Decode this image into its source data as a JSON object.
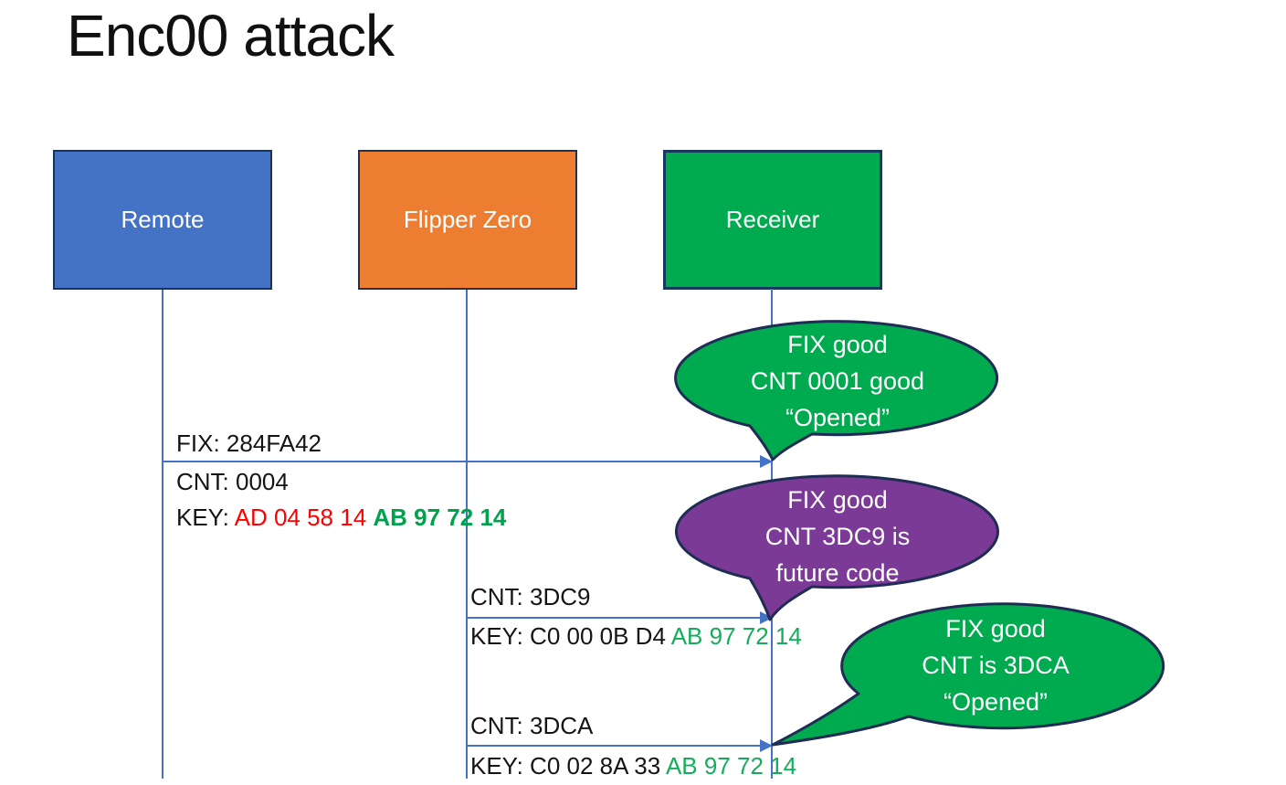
{
  "title": "Enc00 attack",
  "colors": {
    "actor_remote": "#4472C4",
    "actor_flipper": "#ED7D31",
    "actor_receiver": "#00AB4F",
    "callout_green": "#00AB4F",
    "callout_purple": "#7C3A97",
    "outline_navy": "#1F2D54",
    "line_blue": "#4472C4",
    "key_changing_red": "#FF0000",
    "key_fixed_green_bold": "#00A24E",
    "key_fixed_green": "#17AC5B"
  },
  "actors": [
    {
      "label": "Remote"
    },
    {
      "label": "Flipper Zero"
    },
    {
      "label": "Receiver"
    }
  ],
  "messages": [
    {
      "fix": "FIX: 284FA42",
      "cnt": "CNT: 0004",
      "key_prefix": "KEY: ",
      "key_changing": "AD 04 58 14 ",
      "key_fixed": "AB 97 72 14"
    },
    {
      "cnt": "CNT: 3DC9",
      "key_prefix": "KEY: ",
      "key_changing": "C0 00 0B D4 ",
      "key_fixed": "AB 97 72 14"
    },
    {
      "cnt": "CNT: 3DCA",
      "key_prefix": "KEY: ",
      "key_changing": "C0 02 8A 33 ",
      "key_fixed": "AB 97 72 14"
    }
  ],
  "callouts": [
    {
      "color": "green",
      "lines": [
        "FIX good",
        "CNT 0001 good",
        "“Opened”"
      ]
    },
    {
      "color": "purple",
      "lines": [
        "FIX good",
        "CNT 3DC9 is",
        "future code"
      ]
    },
    {
      "color": "green",
      "lines": [
        "FIX good",
        "CNT is 3DCA",
        "“Opened”"
      ]
    }
  ]
}
